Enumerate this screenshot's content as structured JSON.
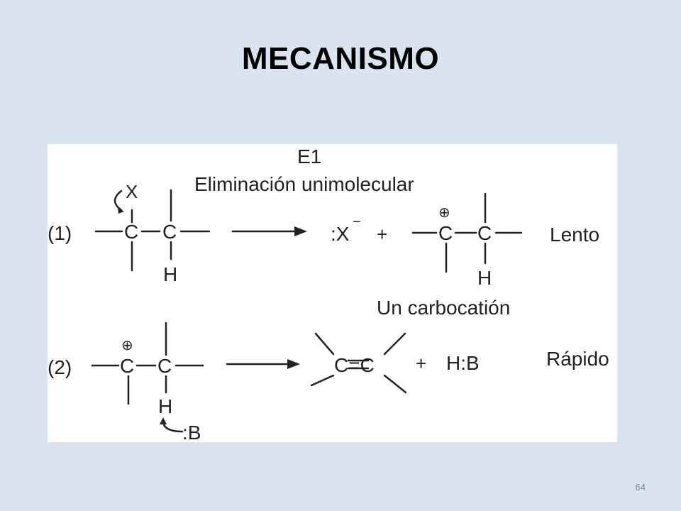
{
  "slide": {
    "title": "MECANISMO",
    "page_number": "64"
  },
  "diagram": {
    "heading": "E1",
    "subheading": "Eliminación unimolecular",
    "steps": [
      {
        "number": "(1)",
        "speed_label": "Lento",
        "product_ion": ":X",
        "ion_charge": "−",
        "plus_sign": "+",
        "leaving_group": "X",
        "product_caption": "Un carbocatión"
      },
      {
        "number": "(2)",
        "speed_label": "Rápido",
        "base": ":B",
        "alkene": "C=C",
        "plus_sign": "+",
        "byproduct": "H:B"
      }
    ],
    "atoms": {
      "carbon": "C",
      "hydrogen": "H",
      "cation_symbol": "⊕"
    }
  }
}
